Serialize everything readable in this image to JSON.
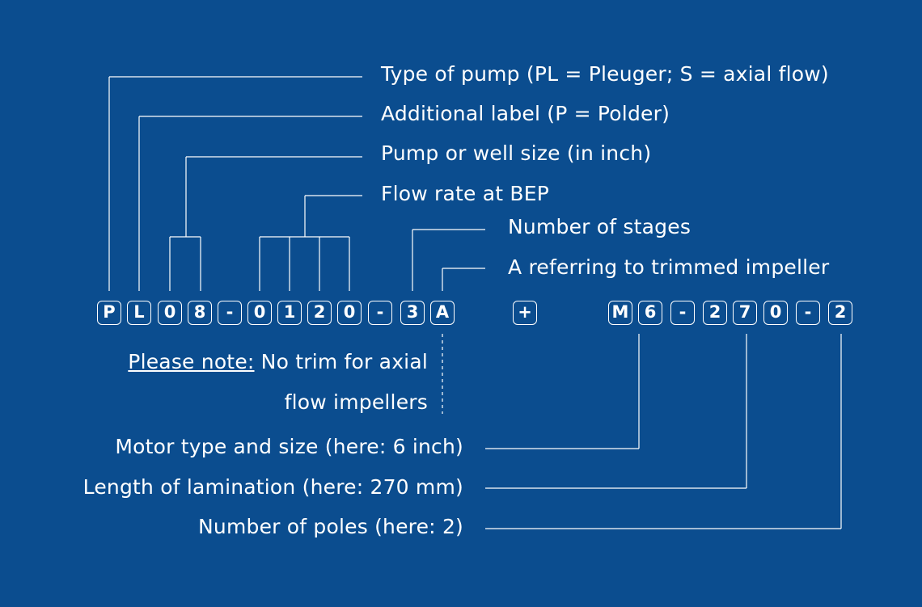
{
  "left_code_chars": [
    "P",
    "L",
    "0",
    "8",
    "-",
    "0",
    "1",
    "2",
    "0",
    "-",
    "3",
    "A"
  ],
  "plus_char": "+",
  "right_code_chars": [
    "M",
    "6",
    "-",
    "2",
    "7",
    "0",
    "-",
    "2"
  ],
  "top_labels": {
    "type_of_pump": "Type of pump (PL = Pleuger; S =  axial flow)",
    "additional_label": "Additional label (P = Polder)",
    "pump_size": "Pump or well size (in inch)",
    "flow_rate": "Flow rate at BEP",
    "stages": "Number of stages",
    "trimmed": "A referring to trimmed impeller"
  },
  "note": {
    "heading": "Please note:",
    "line1_rest": " No trim for axial",
    "line2": "flow impellers"
  },
  "bottom_labels": {
    "motor": "Motor type and size (here: 6 inch)",
    "lamination": "Length of lamination (here: 270 mm)",
    "poles": "Number of poles (here: 2)"
  }
}
